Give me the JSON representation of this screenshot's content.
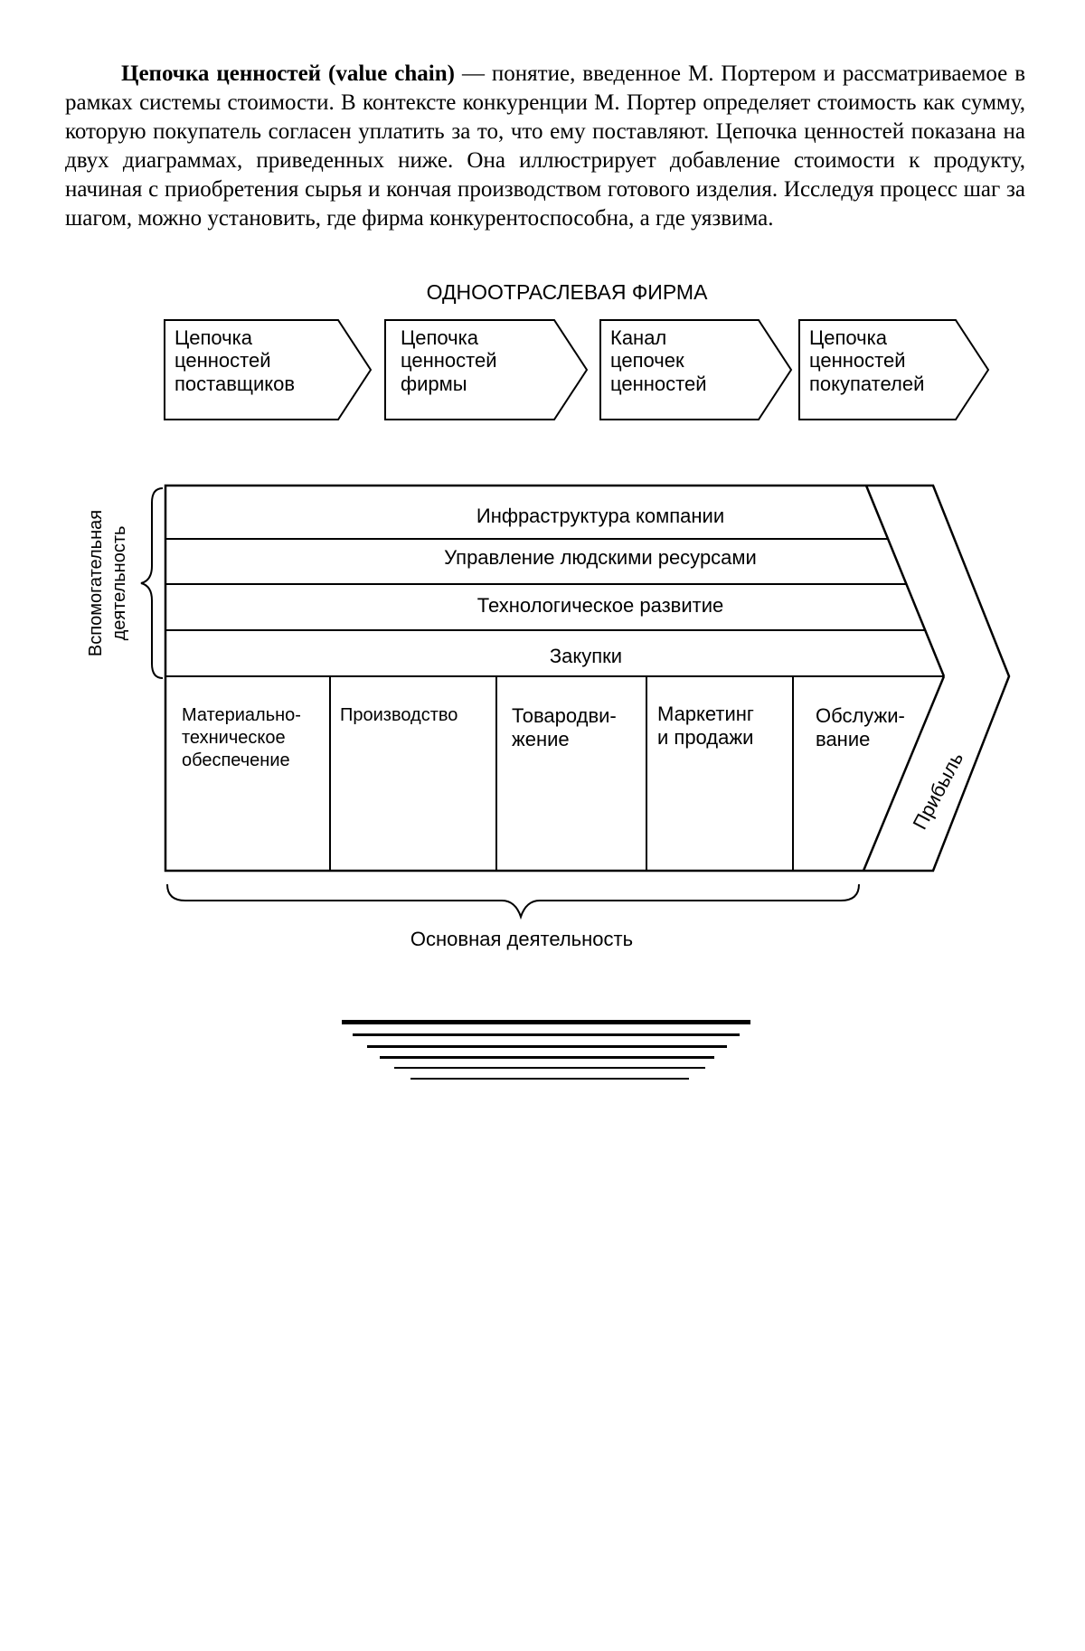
{
  "document": {
    "term": "Цепочка ценностей (value chain)",
    "definition": " — понятие, введенное М. Портером и рассматриваемое в рамках системы стоимости. В контексте конкуренции М. Портер определяет стоимость как сумму, которую покупатель согласен уплатить за то, что ему поставляют. Цепочка ценностей показана на двух диаграммах, приведенных ниже. Она иллюстрирует добавление стоимости к продукту, начиная с приобретения сырья и кончая производством готового изделия. Исследуя процесс шаг за шагом, можно установить, где фирма конкурентоспособна, а где уязвима."
  },
  "system": {
    "title": "ОДНООТРАСЛЕВАЯ ФИРМА",
    "boxes": [
      {
        "lines": [
          "Цепочка",
          "ценностей",
          "поставщиков"
        ]
      },
      {
        "lines": [
          "Цепочка",
          "ценностей",
          "фирмы"
        ]
      },
      {
        "lines": [
          "Канал",
          "цепочек",
          "ценностей"
        ]
      },
      {
        "lines": [
          "Цепочка",
          "ценностей",
          "покупателей"
        ]
      }
    ]
  },
  "value_chain": {
    "support_label": [
      "Вспомогательная",
      "деятельность"
    ],
    "support": [
      "Инфраструктура компании",
      "Управление людскими ресурсами",
      "Технологическое развитие",
      "Закупки"
    ],
    "primary": [
      {
        "lines": [
          "Материально-",
          "техническое",
          "обеспечение"
        ]
      },
      {
        "lines": [
          "Производство"
        ]
      },
      {
        "lines": [
          "Товародви-",
          "жение"
        ]
      },
      {
        "lines": [
          "Маркетинг",
          "и продажи"
        ]
      },
      {
        "lines": [
          "Обслужи-",
          "вание"
        ]
      }
    ],
    "margin_label": "Прибыль",
    "primary_label": "Основная деятельность"
  }
}
